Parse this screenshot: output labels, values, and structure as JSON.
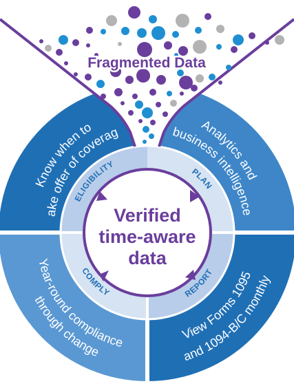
{
  "title": "Fragmented Data",
  "center": {
    "lines": [
      "Verified",
      "time-aware",
      "data"
    ]
  },
  "quadrants": [
    {
      "key": "eligibility",
      "ring_label": "ELIGIBILITY",
      "outer_lines": [
        "Know when to",
        "make offer of coverage"
      ]
    },
    {
      "key": "plan",
      "ring_label": "PLAN",
      "outer_lines": [
        "Analytics and",
        "business intelligence"
      ]
    },
    {
      "key": "comply",
      "ring_label": "COMPLY",
      "outer_lines": [
        "Year-round compliance",
        "through change"
      ]
    },
    {
      "key": "report",
      "ring_label": "REPORT",
      "outer_lines": [
        "View Forms 1095",
        "and 1094-B/C monthly"
      ]
    }
  ],
  "colors": {
    "purple": "#6a3e9c",
    "dark_blue": "#1f6fb5",
    "mid_blue": "#3e86c8",
    "light_blue": "#5a98d3",
    "ring_light": "#d6e3f3",
    "ring_mid": "#b8cdea",
    "cyan": "#1f8fd1",
    "gray": "#b3b3b3",
    "funnel_purple": "#6a3e9c"
  },
  "dot_colors_legend_icons": [
    "purple-dot",
    "blue-dot",
    "gray-dot"
  ]
}
